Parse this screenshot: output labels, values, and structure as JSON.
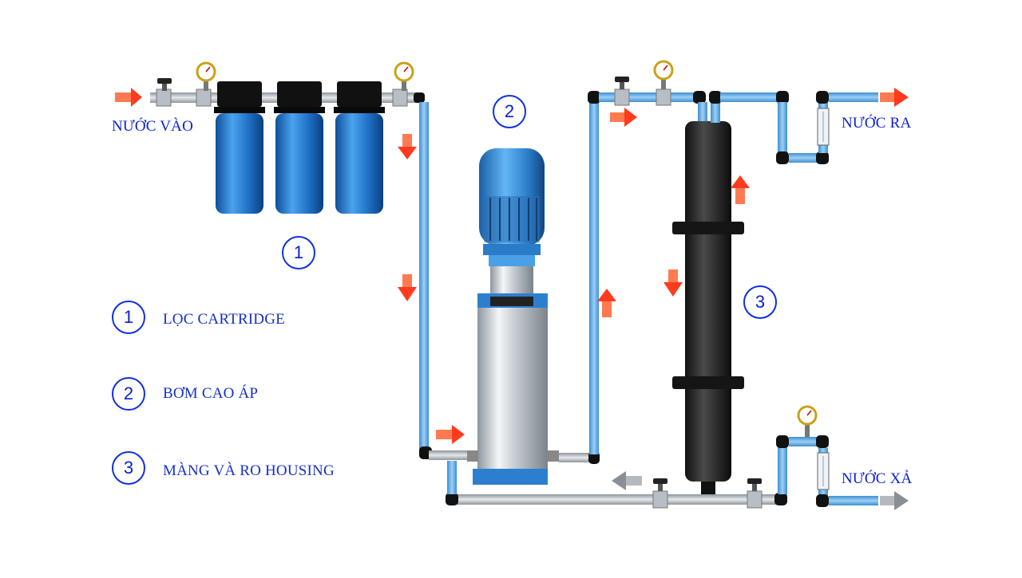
{
  "labels": {
    "water_in": "NƯỚC VÀO",
    "water_out": "NƯỚC RA",
    "water_waste": "NƯỚC XẢ"
  },
  "markers": {
    "cartridge": "1",
    "pump": "2",
    "membrane": "3"
  },
  "legend": [
    {
      "num": "1",
      "text": "LỌC CARTRIDGE"
    },
    {
      "num": "2",
      "text": "BƠM CAO ÁP"
    },
    {
      "num": "3",
      "text": "MÀNG VÀ RO HOUSING"
    }
  ],
  "colors": {
    "pipe_blue": "#5aa9e6",
    "pipe_grey": "#a9b2bb",
    "filter_blue": "#1f6fc0",
    "arrow_red": "#ff3b1f",
    "arrow_grey": "#8a8f95",
    "text_blue": "#0a1fd0"
  }
}
